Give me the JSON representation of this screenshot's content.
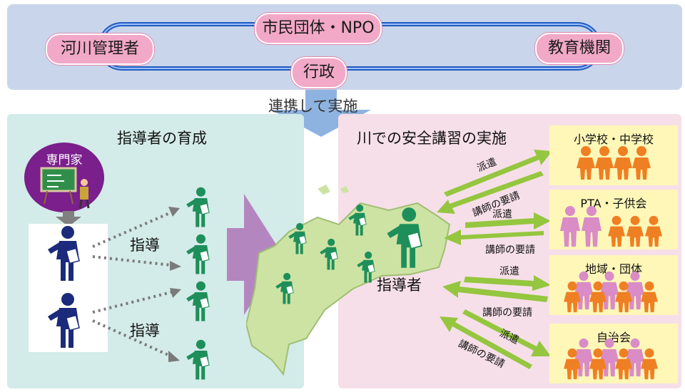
{
  "top": {
    "orgs": [
      "市民団体・NPO",
      "河川管理者",
      "教育機関",
      "行政"
    ],
    "link_text": "連携して実施"
  },
  "left": {
    "title": "指導者の育成",
    "expert_label": "専門家",
    "instruct_label_1": "指導",
    "instruct_label_2": "指導"
  },
  "right": {
    "title": "川での安全講習の実施",
    "leader_label": "指導者",
    "groups": [
      "小学校・中学校",
      "PTA・子供会",
      "地域・団体",
      "自治会"
    ],
    "dispatch_label": "派遣",
    "request_label": "講師の要請"
  },
  "colors": {
    "top_band": "#c9d5ea",
    "pill": "#f2a8c7",
    "left_panel": "#d3ebe9",
    "right_panel": "#f6dfe8",
    "expert_circle": "#7a1f8c",
    "trainer": "#1b2a7a",
    "leader_green": "#1e8f5a",
    "kid_orange": "#ef7f23",
    "adult_pink": "#d98cc6",
    "map_green": "#cde3a4",
    "arrow_green": "#95c63f"
  }
}
